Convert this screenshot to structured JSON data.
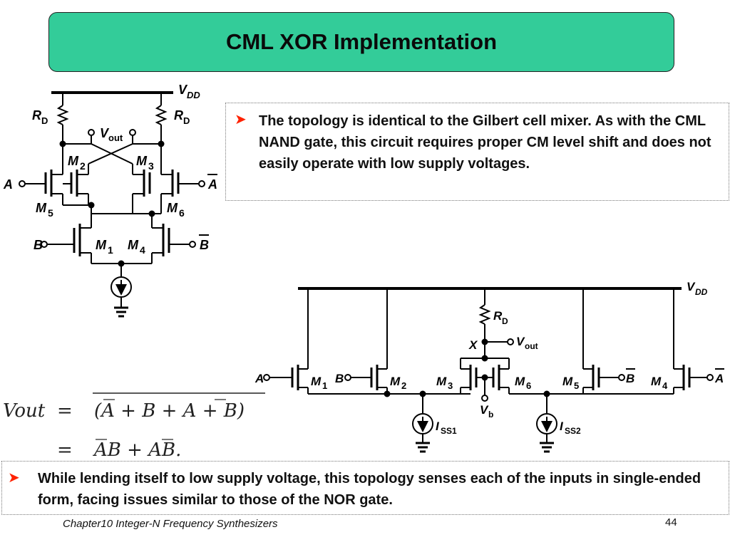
{
  "title": "CML XOR Implementation",
  "bullets": [
    "The topology is identical to the Gilbert cell mixer. As with the CML NAND gate, this circuit requires proper CM level shift and does not easily operate with low supply voltages.",
    "While lending itself to low supply voltage, this topology senses each of the inputs in single-ended form, facing issues similar to those of the NOR gate."
  ],
  "footer": "Chapter10 Integer-N Frequency Synthesizers",
  "page_number": "44",
  "bullet_color": "#ff2200",
  "title_bg_color": "#33cc99",
  "circuit1": {
    "vdd": "V",
    "vdd_sub": "DD",
    "rd": "R",
    "rd_sub": "D",
    "vout": "V",
    "vout_sub": "out",
    "a": "A",
    "a_bar": "A",
    "b": "B",
    "b_bar": "B",
    "m": "M",
    "m1": "1",
    "m2": "2",
    "m3": "3",
    "m4": "4",
    "m5": "5",
    "m6": "6"
  },
  "circuit2": {
    "vdd": "V",
    "vdd_sub": "DD",
    "rd": "R",
    "rd_sub": "D",
    "x": "X",
    "vout": "V",
    "vout_sub": "out",
    "vb": "V",
    "vb_sub": "b",
    "iss1": "I",
    "iss1_sub": "SS1",
    "iss2": "I",
    "iss2_sub": "SS2",
    "a": "A",
    "b": "B",
    "b_bar": "B",
    "a_bar": "A",
    "m": "M",
    "m1": "1",
    "m2": "2",
    "m3": "3",
    "m4": "4",
    "m5": "5",
    "m6": "6"
  },
  "equation": {
    "lhs": "Vout",
    "eq": "=",
    "line1_terms": [
      "(A + B + A + B)"
    ],
    "line2": "AB + AB."
  }
}
